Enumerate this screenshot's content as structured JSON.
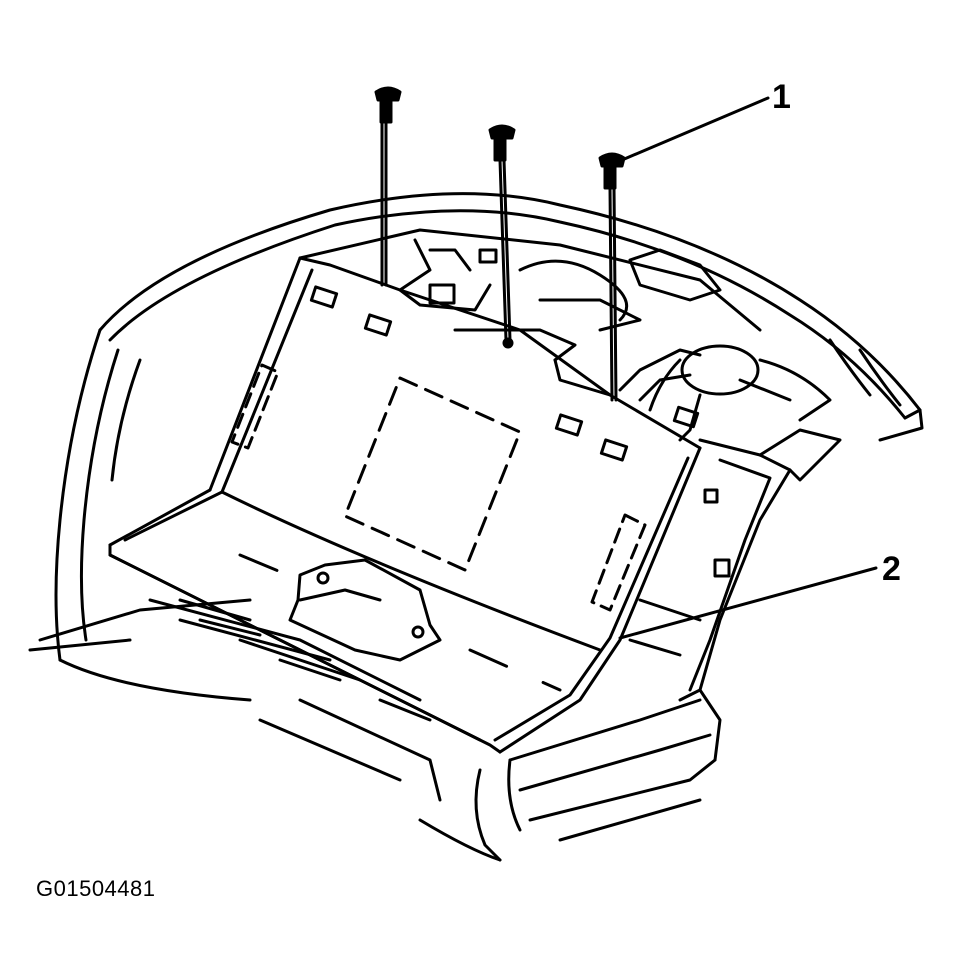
{
  "diagram": {
    "callouts": [
      {
        "id": "1",
        "label": "1"
      },
      {
        "id": "2",
        "label": "2"
      }
    ],
    "figure_id": "G01504481"
  }
}
